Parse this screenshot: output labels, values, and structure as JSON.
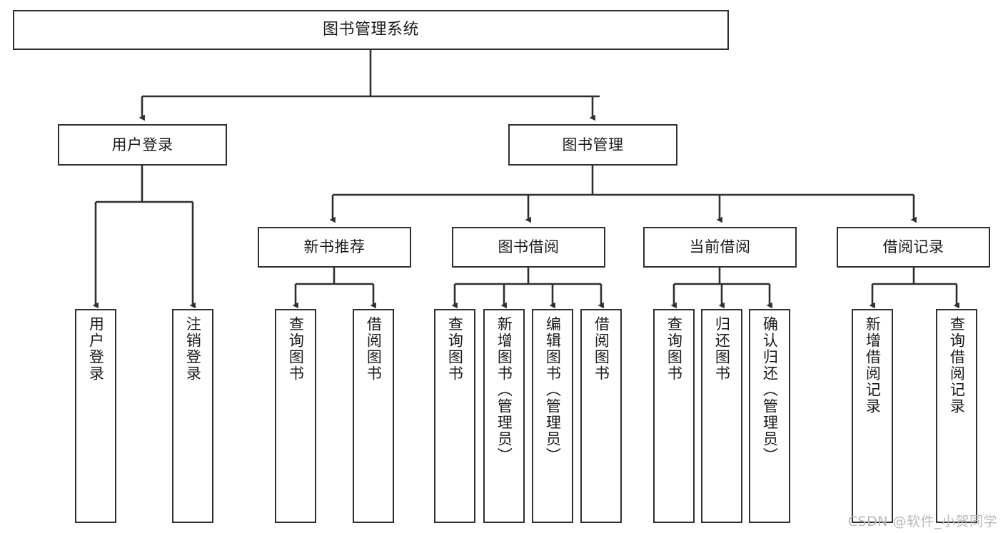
{
  "diagram": {
    "title": "图书管理系统",
    "watermark": "CSDN @软件_小贺同学",
    "theme": {
      "background": "#ffffff",
      "box_border": "#2f2f2f",
      "line": "#2f2f2f",
      "text": "#1a1a1a",
      "watermark_color": "#b8b8b8"
    },
    "levels": {
      "root": "图书管理系统",
      "level2": [
        "用户登录",
        "图书管理"
      ],
      "level3": [
        "新书推荐",
        "图书借阅",
        "当前借阅",
        "借阅记录"
      ]
    },
    "nodes": {
      "root": {
        "label": "图书管理系统"
      },
      "user_login": {
        "label": "用户登录"
      },
      "book_manage": {
        "label": "图书管理"
      },
      "new_book_rec": {
        "label": "新书推荐"
      },
      "book_borrow": {
        "label": "图书借阅"
      },
      "current_borrow": {
        "label": "当前借阅"
      },
      "borrow_record": {
        "label": "借阅记录"
      },
      "leaf_user_login": {
        "label": "用户登录"
      },
      "leaf_user_logout": {
        "label": "注销登录"
      },
      "leaf_query_book_1": {
        "label": "查询图书"
      },
      "leaf_borrow_book_1": {
        "label": "借阅图书"
      },
      "leaf_query_book_2": {
        "label": "查询图书"
      },
      "leaf_add_book_admin": {
        "label": "新增图书（管理员）"
      },
      "leaf_edit_book_admin": {
        "label": "编辑图书（管理员）"
      },
      "leaf_borrow_book_2": {
        "label": "借阅图书"
      },
      "leaf_query_book_3": {
        "label": "查询图书"
      },
      "leaf_return_book": {
        "label": "归还图书"
      },
      "leaf_confirm_return_admin": {
        "label": "确认归还（管理员）"
      },
      "leaf_add_record": {
        "label": "新增借阅记录"
      },
      "leaf_query_record": {
        "label": "查询借阅记录"
      }
    },
    "edges": [
      {
        "from": "root",
        "to": "user_login"
      },
      {
        "from": "root",
        "to": "book_manage"
      },
      {
        "from": "user_login",
        "to": "leaf_user_login"
      },
      {
        "from": "user_login",
        "to": "leaf_user_logout"
      },
      {
        "from": "book_manage",
        "to": "new_book_rec"
      },
      {
        "from": "book_manage",
        "to": "book_borrow"
      },
      {
        "from": "book_manage",
        "to": "current_borrow"
      },
      {
        "from": "book_manage",
        "to": "borrow_record"
      },
      {
        "from": "new_book_rec",
        "to": "leaf_query_book_1"
      },
      {
        "from": "new_book_rec",
        "to": "leaf_borrow_book_1"
      },
      {
        "from": "book_borrow",
        "to": "leaf_query_book_2"
      },
      {
        "from": "book_borrow",
        "to": "leaf_add_book_admin"
      },
      {
        "from": "book_borrow",
        "to": "leaf_edit_book_admin"
      },
      {
        "from": "book_borrow",
        "to": "leaf_borrow_book_2"
      },
      {
        "from": "current_borrow",
        "to": "leaf_query_book_3"
      },
      {
        "from": "current_borrow",
        "to": "leaf_return_book"
      },
      {
        "from": "current_borrow",
        "to": "leaf_confirm_return_admin"
      },
      {
        "from": "borrow_record",
        "to": "leaf_add_record"
      },
      {
        "from": "borrow_record",
        "to": "leaf_query_record"
      }
    ]
  }
}
